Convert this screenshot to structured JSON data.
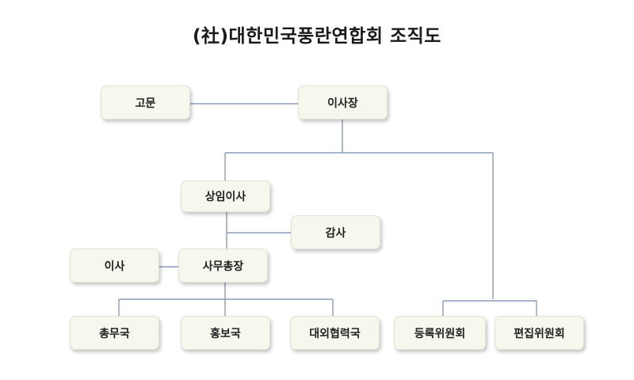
{
  "title": "(社)대한민국풍란연합회 조직도",
  "colors": {
    "connector": "#8c9bb8",
    "box_fill": "#f6f8ee",
    "box_border": "#dfe3d4"
  },
  "nodes": {
    "advisor": "고문",
    "chairman": "이사장",
    "standing_director": "상임이사",
    "auditor": "감사",
    "director": "이사",
    "secretary_general": "사무총장",
    "general_affairs": "총무국",
    "public_relations": "홍보국",
    "external_cooperation": "대외협력국",
    "registration_committee": "등록위원회",
    "editorial_committee": "편집위원회"
  }
}
